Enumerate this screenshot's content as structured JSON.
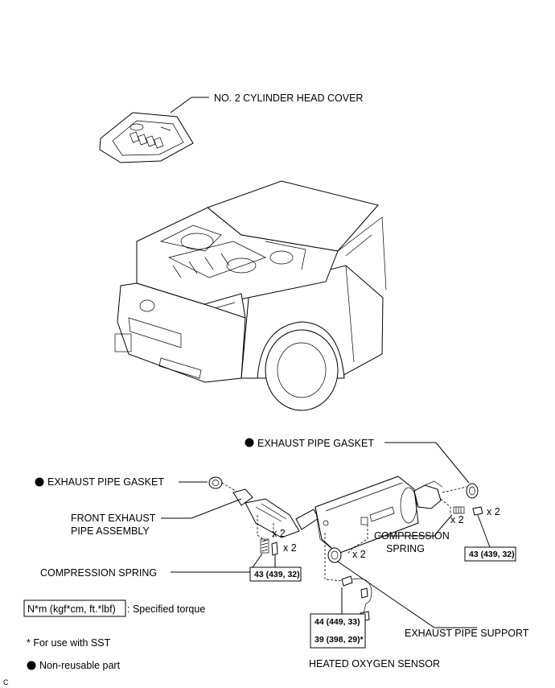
{
  "labels": {
    "head_cover": "NO. 2 CYLINDER HEAD COVER",
    "gasket_right": "EXHAUST PIPE GASKET",
    "gasket_left": "EXHAUST PIPE GASKET",
    "front_pipe_line1": "FRONT EXHAUST",
    "front_pipe_line2": "PIPE ASSEMBLY",
    "compression_right_line1": "COMPRESSION",
    "compression_right_line2": "SPRING",
    "compression_left": "COMPRESSION SPRING",
    "pipe_support": "EXHAUST PIPE SUPPORT",
    "oxygen_sensor": "HEATED OXYGEN SENSOR",
    "qty_left_1": "x 2",
    "qty_left_2": "x 2",
    "qty_right_1": "x 2",
    "qty_right_2": "x 2",
    "qty_support": "x 2"
  },
  "torque": {
    "front_bolts": "43 (439, 32)",
    "rear_bolts": "43 (439, 32)",
    "sensor_1": "44 (449, 33)",
    "sensor_2": "39 (398, 29)*"
  },
  "legend": {
    "torque_box": "N*m (kgf*cm, ft.*lbf)",
    "torque_desc": ": Specified torque",
    "sst_note": "* For use with SST",
    "non_reusable": "Non-reusable part"
  },
  "corner_code": "C"
}
